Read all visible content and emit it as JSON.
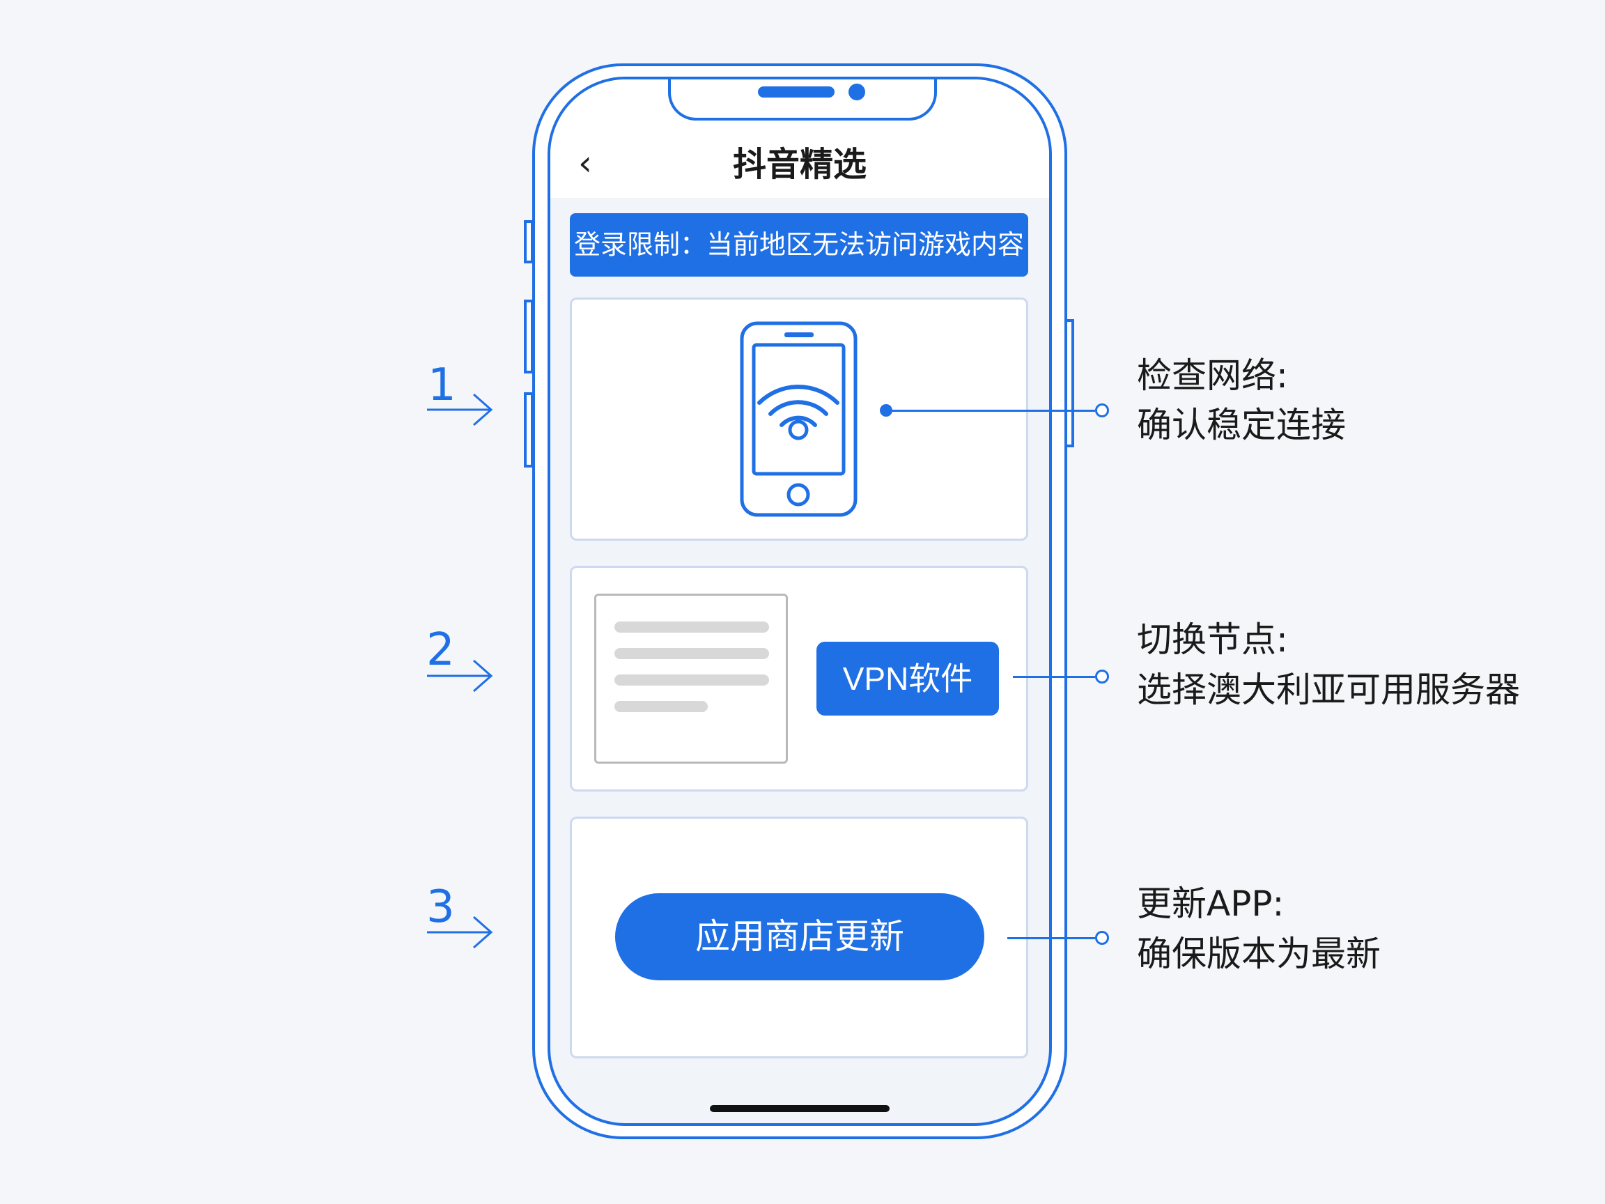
{
  "header": {
    "title": "抖音精选",
    "back_icon": "chevron-left-icon"
  },
  "banner": {
    "text": "登录限制：当前地区无法访问游戏内容"
  },
  "cards": {
    "vpn_button": "VPN软件",
    "store_button": "应用商店更新"
  },
  "steps": [
    {
      "number": "1",
      "title": "检查网络:",
      "desc": "确认稳定连接"
    },
    {
      "number": "2",
      "title": "切换节点:",
      "desc": "选择澳大利亚可用服务器"
    },
    {
      "number": "3",
      "title": "更新APP:",
      "desc": "确保版本为最新"
    }
  ],
  "colors": {
    "accent": "#1f6fe5",
    "background": "#f4f6f9"
  }
}
